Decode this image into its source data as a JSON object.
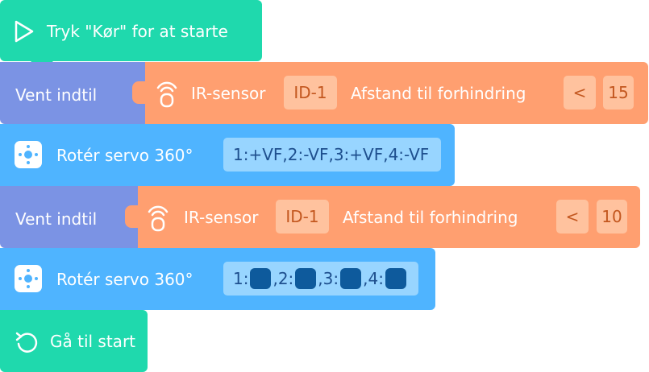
{
  "start": {
    "label": "Tryk \"Kør\" for at starte",
    "icon": "play-outline-icon"
  },
  "wait1": {
    "label": "Vent indtil",
    "sensor": "IR-sensor",
    "id": "ID-1",
    "measure": "Afstand til forhindring",
    "op": "<",
    "value": "15"
  },
  "servo1": {
    "label": "Rotér servo 360°",
    "params": "1:+VF,2:-VF,3:+VF,4:-VF"
  },
  "wait2": {
    "label": "Vent indtil",
    "sensor": "IR-sensor",
    "id": "ID-1",
    "measure": "Afstand til forhindring",
    "op": "<",
    "value": "10"
  },
  "servo2": {
    "label": "Rotér servo 360°",
    "slots": [
      "1:",
      ",2:",
      ",3:",
      ",4:"
    ]
  },
  "gostart": {
    "label": "Gå til start",
    "icon": "loop-arrow-icon"
  },
  "colors": {
    "start": "#1fd9ad",
    "wait": "#7b93e4",
    "sensor": "#ff9f70",
    "servo": "#4fb4ff"
  }
}
